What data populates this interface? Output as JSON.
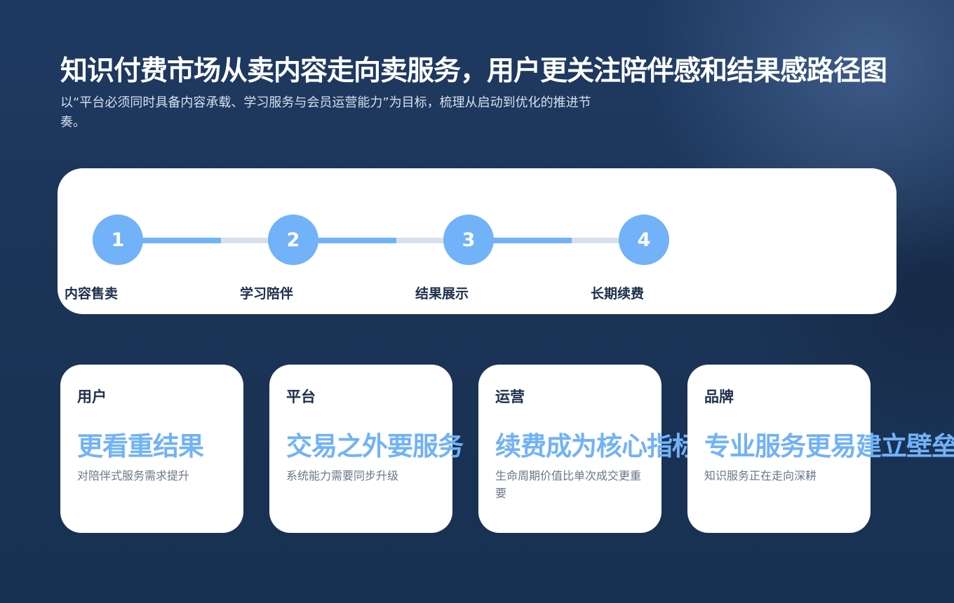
{
  "page": {
    "title": "知识付费市场从卖内容走向卖服务，用户更关注陪伴感和结果感路径图",
    "subtitle": "以“平台必须同时具备内容承载、学习服务与会员运营能力”为目标，梳理从启动到优化的推进节奏。"
  },
  "timeline": {
    "steps": [
      {
        "number": "1",
        "label": "内容售卖"
      },
      {
        "number": "2",
        "label": "学习陪伴"
      },
      {
        "number": "3",
        "label": "结果展示"
      },
      {
        "number": "4",
        "label": "长期续费"
      }
    ]
  },
  "cards": [
    {
      "label": "用户",
      "headline": "更看重结果",
      "desc": "对陪伴式服务需求提升"
    },
    {
      "label": "平台",
      "headline": "交易之外要服务",
      "desc": "系统能力需要同步升级"
    },
    {
      "label": "运营",
      "headline": "续费成为核心指标",
      "desc": "生命周期价值比单次成交更重要"
    },
    {
      "label": "品牌",
      "headline": "专业服务更易建立壁垒",
      "desc": "知识服务正在走向深耕"
    }
  ],
  "colors": {
    "accent": "#71b2f8",
    "track": "#d7e0ea",
    "text_dark": "#1d2f4c",
    "text_muted": "#6b7689",
    "background": "#1b3356"
  }
}
